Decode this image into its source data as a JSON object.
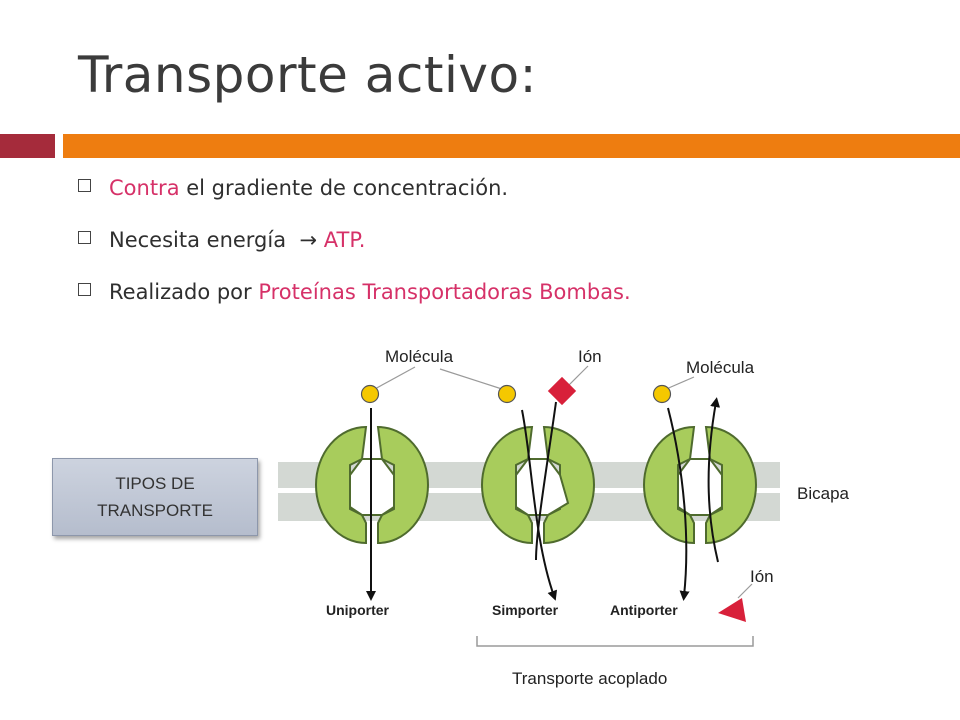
{
  "slide": {
    "title": "Transporte activo:",
    "bullets": [
      {
        "before": "",
        "highlight": "Contra",
        "after": " el gradiente de concentración."
      },
      {
        "before": "Necesita energía  ",
        "arrow": "→",
        "highlight": "ATP.",
        "after": ""
      },
      {
        "before": "Realizado por ",
        "highlight": "Proteínas Transportadoras Bombas.",
        "after": ""
      }
    ],
    "tipos_line1": "TIPOS DE",
    "tipos_line2": "TRANSPORTE"
  },
  "diagram": {
    "molecula_left": "Molécula",
    "ion_top": "Ión",
    "molecula_right": "Molécula",
    "bicapa": "Bicapa",
    "ion_bottom": "Ión",
    "uniporter": "Uniporter",
    "simporter": "Simporter",
    "antiporter": "Antiporter",
    "transporte_acoplado": "Transporte acoplado"
  },
  "colors": {
    "accent_red": "#a52b3b",
    "accent_orange": "#ee7d10",
    "highlight": "#d63168",
    "protein_green": "#a8cc5c",
    "molecule_yellow": "#f5c800",
    "ion_red": "#d8203a"
  }
}
